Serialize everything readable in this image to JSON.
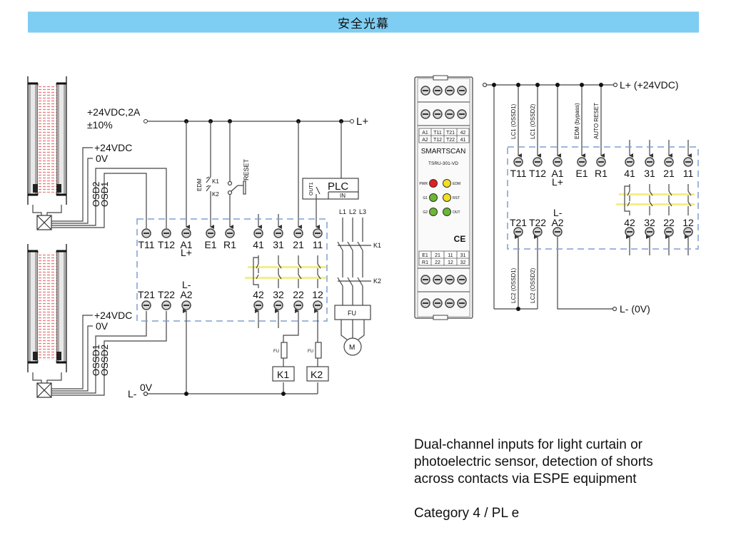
{
  "header": {
    "title": "安全光幕"
  },
  "left_diagram": {
    "supply_label_1": "+24VDC,2A",
    "supply_label_2": "±10%",
    "l_plus": "L+",
    "l_minus": "L-",
    "zero_v": "0V",
    "curtain_top": {
      "v24": "+24VDC",
      "v0": "0V",
      "osd_a": "OSD2",
      "osd_b": "OSD1"
    },
    "curtain_bottom": {
      "v24": "+24VDC",
      "v0": "0V",
      "osd_a": "OSSD1",
      "osd_b": "OSSD2"
    },
    "edm": "EDM",
    "k1": "K1",
    "k2": "K2",
    "reset": "RESET",
    "plc": "PLC",
    "plc_in": "IN",
    "plc_out": "OUT1",
    "top_terminals": [
      "T11",
      "T12",
      "A1",
      "E1",
      "R1",
      "41",
      "31",
      "21",
      "11"
    ],
    "a1_sub": "L+",
    "bottom_terminals": [
      "T21",
      "T22",
      "A2",
      "42",
      "32",
      "22",
      "12"
    ],
    "a2_sup": "L-",
    "fu": "FU",
    "coil_k1": "K1",
    "coil_k2": "K2",
    "phases": [
      "L1",
      "L2",
      "L3"
    ],
    "motor": "M",
    "motor_fu": "FU",
    "contactor_k1": "K1",
    "contactor_k2": "K2"
  },
  "device": {
    "brand": "SMARTSCAN",
    "model": "TSRU-301-VD",
    "top_table": [
      [
        "A1",
        "T11",
        "T21",
        "42"
      ],
      [
        "A2",
        "T12",
        "T22",
        "41"
      ]
    ],
    "bottom_table": [
      [
        "E1",
        "21",
        "11",
        "31"
      ],
      [
        "R1",
        "22",
        "12",
        "32"
      ]
    ],
    "leds": [
      {
        "label": "PWR",
        "color": "#e02020"
      },
      {
        "label": "EDM",
        "color": "#f0e020"
      },
      {
        "label": "G1",
        "color": "#6ab832"
      },
      {
        "label": "RST",
        "color": "#f0e020"
      },
      {
        "label": "G2",
        "color": "#6ab832"
      },
      {
        "label": "OUT",
        "color": "#6ab832"
      }
    ],
    "ce_mark": "CE"
  },
  "right_diagram": {
    "l_plus": "L+ (+24VDC)",
    "l_minus": "L- (0V)",
    "top_wire_labels": [
      "LC1 (OSSD1)",
      "LC1 (OSSD2)",
      "EDM (bypass)",
      "AUTO RESET"
    ],
    "bottom_wire_labels": [
      "LC2 (OSSD1)",
      "LC2 (OSSD2)"
    ],
    "top_terminals": [
      "T11",
      "T12",
      "A1",
      "E1",
      "R1",
      "41",
      "31",
      "21",
      "11"
    ],
    "a1_sub": "L+",
    "bottom_terminals": [
      "T21",
      "T22",
      "A2",
      "42",
      "32",
      "22",
      "12"
    ],
    "a2_sup": "L-"
  },
  "description": {
    "lines": [
      "Dual-channel inputs for light curtain or",
      "photoelectric sensor, detection of shorts",
      "across contacts via ESPE equipment"
    ],
    "category": "Category 4 / PL e"
  },
  "colors": {
    "title_bar": "#7ecdf2",
    "dashed_box": "#7f9fd0",
    "mech_link": "#f3ee8a",
    "beam": "#e87a7a"
  }
}
